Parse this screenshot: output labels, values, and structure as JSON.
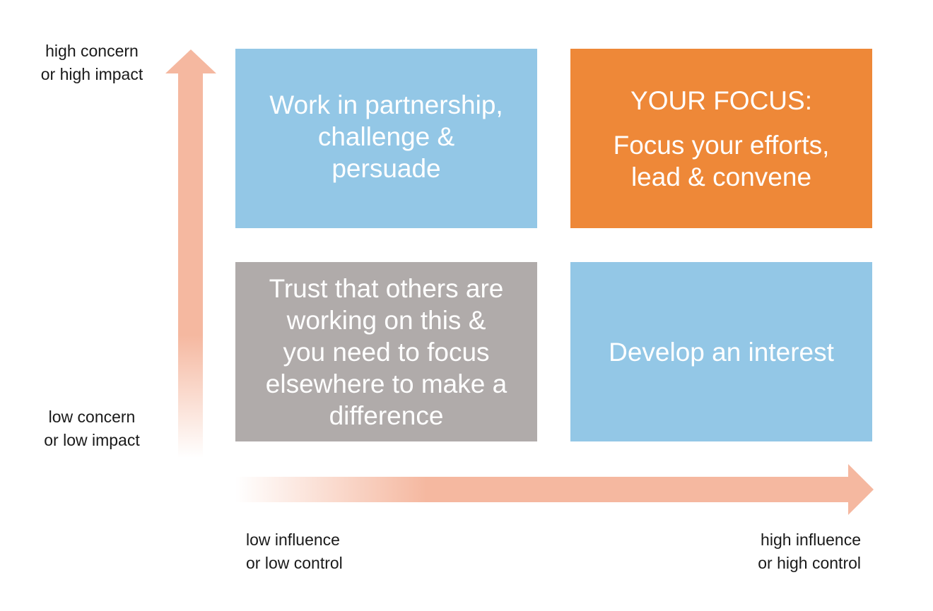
{
  "axes": {
    "y_high_label": "high concern\nor high impact",
    "y_low_label": "low concern\nor low impact",
    "x_low_label": "low influence\nor low control",
    "x_high_label": "high influence\nor high control"
  },
  "quadrants": {
    "top_left": {
      "text": "Work in partnership,\nchallenge &\npersuade",
      "color": "#93c7e6"
    },
    "top_right": {
      "heading": "YOUR FOCUS:",
      "text": "Focus your efforts,\nlead & convene",
      "color": "#ee8838"
    },
    "bottom_left": {
      "text": "Trust that others are\nworking on this &\nyou need to focus\nelsewhere to make a\ndifference",
      "color": "#b0abaa"
    },
    "bottom_right": {
      "text": "Develop an interest",
      "color": "#93c7e6"
    }
  },
  "arrow_color": "#f5b8a0"
}
